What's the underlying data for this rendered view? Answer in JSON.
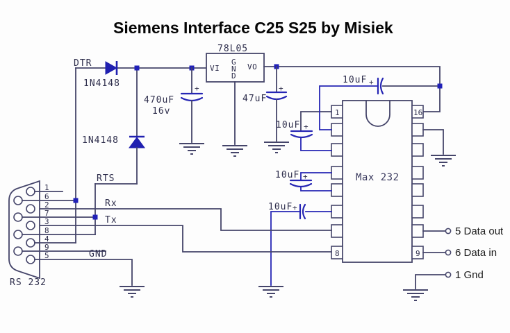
{
  "title": "Siemens Interface C25 S25 by Misiek",
  "regulator": {
    "label": "78L05",
    "vi": "VI",
    "vo": "VO",
    "gnd": [
      "G",
      "N",
      "D"
    ]
  },
  "diodes": {
    "d1": "1N4148",
    "d2": "1N4148"
  },
  "capacitors": {
    "c_in": {
      "value": "470uF",
      "voltage": "16v",
      "plus": "+"
    },
    "c_out": {
      "value": "47uF",
      "plus": "+"
    },
    "c1": {
      "value": "10uF",
      "plus": "+"
    },
    "c2": {
      "value": "10uF",
      "plus": "+"
    },
    "c3": {
      "value": "10uF",
      "plus": "+"
    },
    "c4": {
      "value": "10uF",
      "plus": "+"
    }
  },
  "ic": {
    "label": "Max 232",
    "pin1": "1",
    "pin16": "16",
    "pin8": "8",
    "pin9": "9"
  },
  "connector": {
    "label": "RS 232",
    "pins": [
      "1",
      "6",
      "2",
      "7",
      "3",
      "8",
      "4",
      "9",
      "5"
    ]
  },
  "signals": {
    "dtr": "DTR",
    "rts": "RTS",
    "rx": "Rx",
    "tx": "Tx",
    "gnd": "GND"
  },
  "terminals": {
    "data_out": "5 Data out",
    "data_in": "6 Data in",
    "gnd": "1 Gnd"
  },
  "colors": {
    "wire": "#45456a",
    "blue": "#2424b4",
    "text": "#2e2e4c",
    "background": "#fdfdfd"
  }
}
